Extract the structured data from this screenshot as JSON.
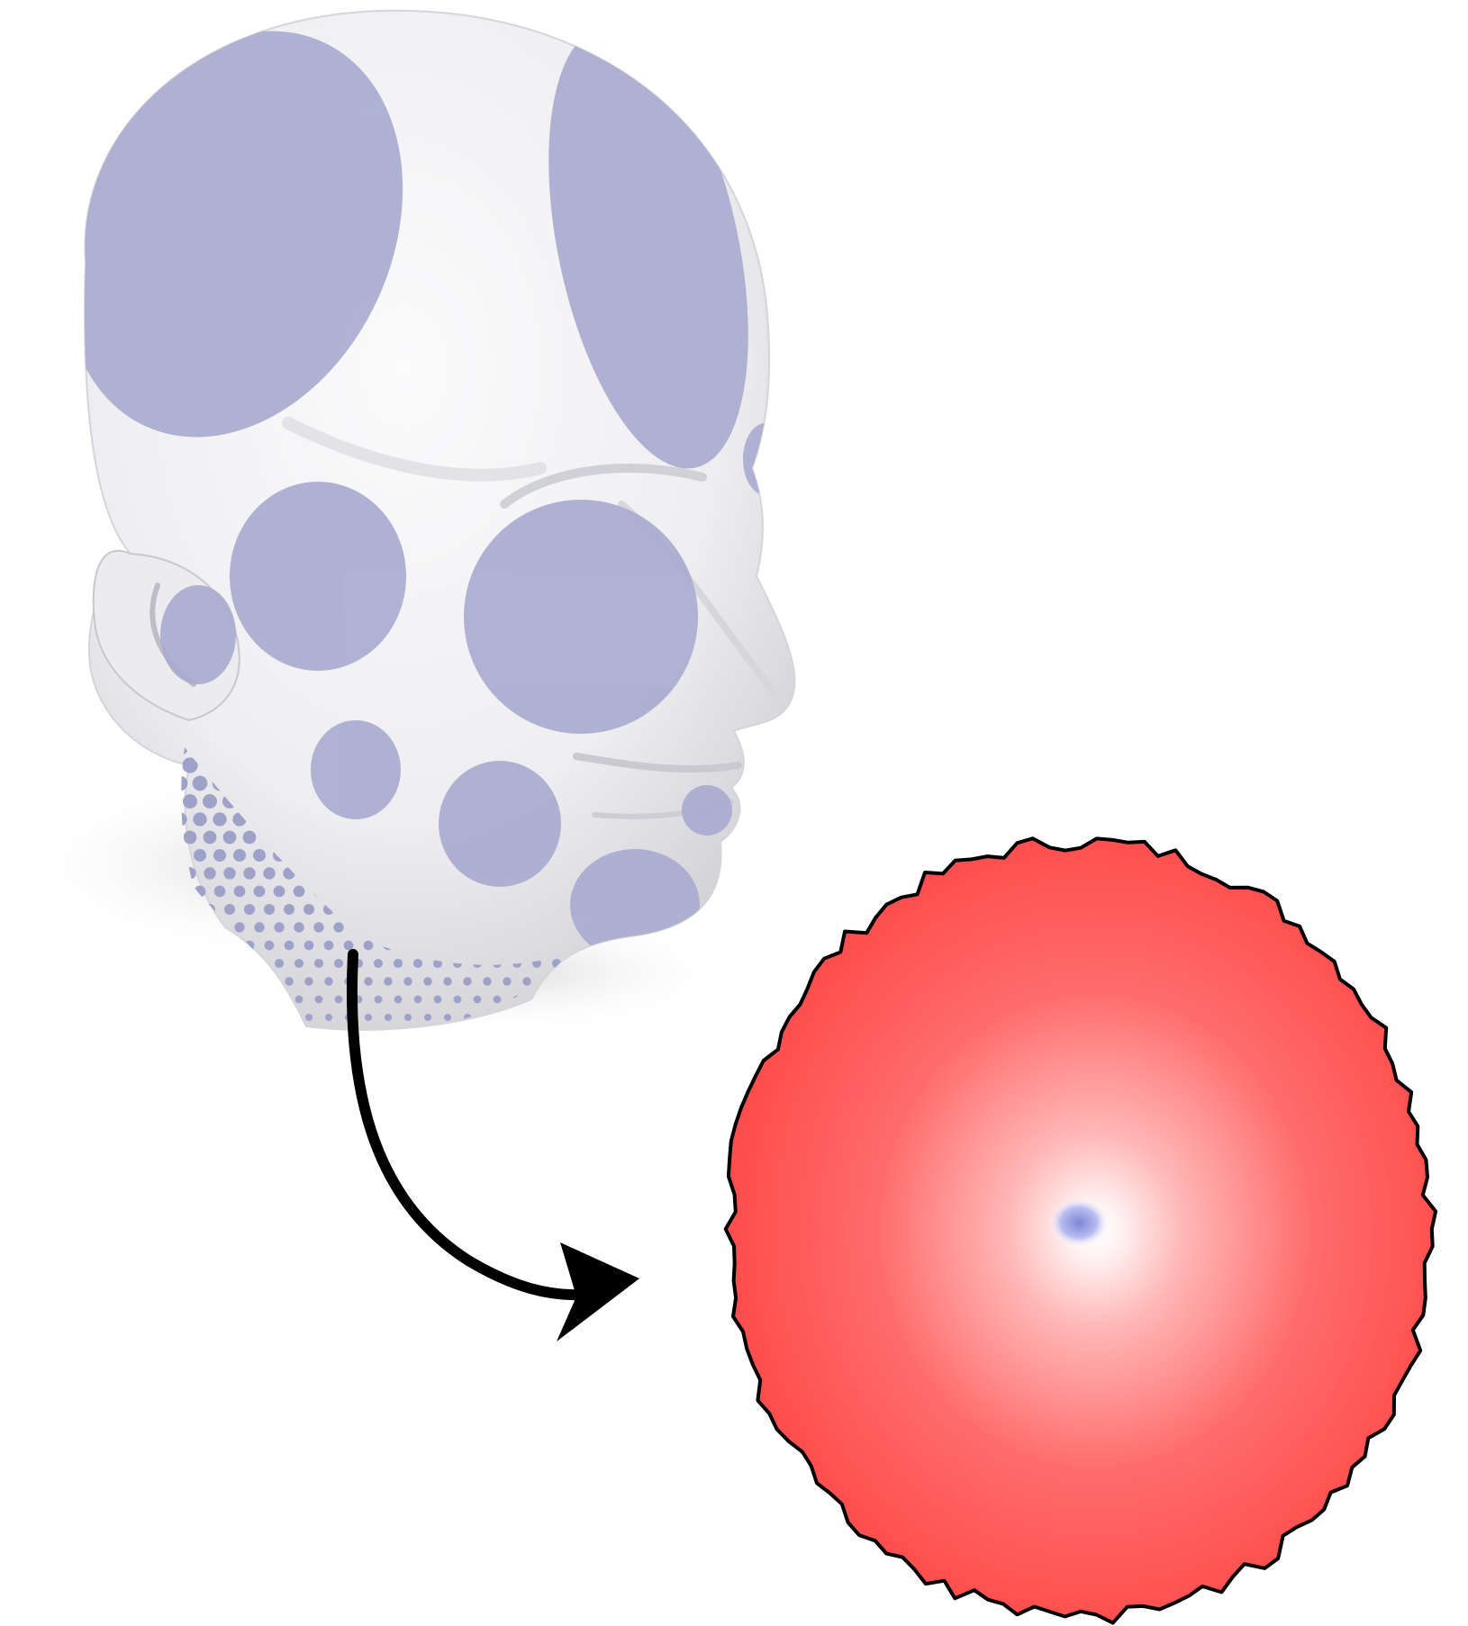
{
  "figure": {
    "background": "#ffffff",
    "colors": {
      "head_base": "#f3f3f5",
      "head_shade": "#d8d8de",
      "spot": "#a9acd0",
      "spot_dense": "#9fa2c8",
      "shadow": "#d9d9d9",
      "arrow": "#000000",
      "disk_edge": "#ff4646",
      "disk_center": "#ffffff",
      "disk_outline": "#000000",
      "disk_origin": "#8f96d8"
    },
    "elements": {
      "head": {
        "name": "head-mesh",
        "kind": "3d-rendered-head"
      },
      "spots": {
        "name": "circular-spot-pattern",
        "kind": "blue-noise-disks"
      },
      "arrow": {
        "name": "mapping-arrow",
        "direction": "from-neck-to-disk"
      },
      "disk": {
        "name": "parameterized-patch-disk",
        "kind": "red-white-radial-gradient"
      }
    }
  }
}
